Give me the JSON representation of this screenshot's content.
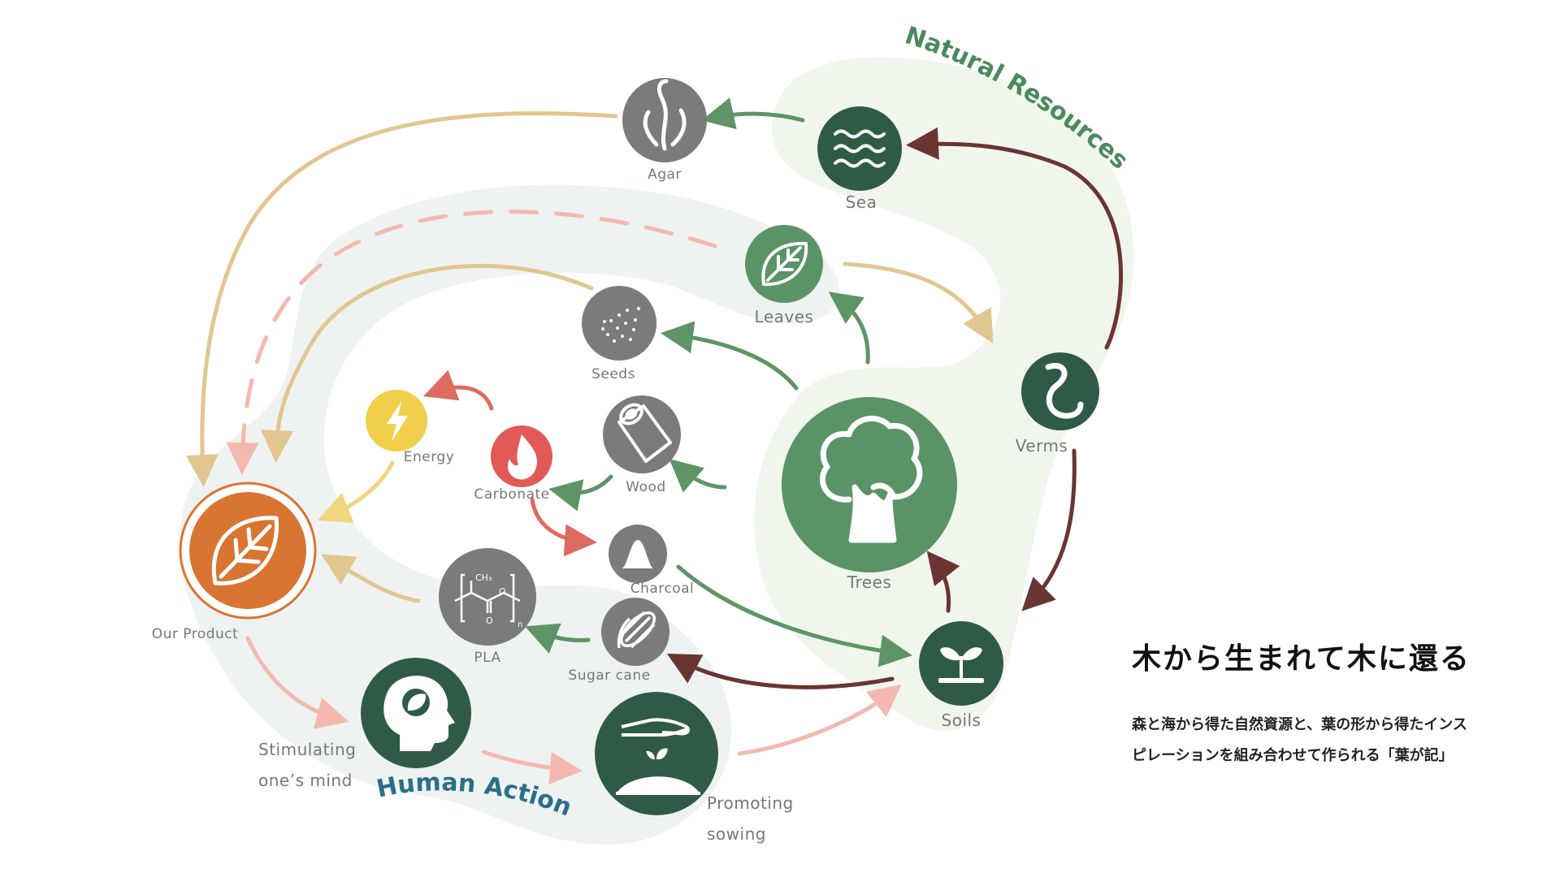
{
  "regions": {
    "natural_resources": {
      "title": "Natural Resources",
      "color": "#4a8a5e"
    },
    "human_actions": {
      "title": "Human Actions",
      "color": "#2a6f8a"
    }
  },
  "nodes": {
    "agar": {
      "label": "Agar"
    },
    "sea": {
      "label": "Sea"
    },
    "leaves": {
      "label": "Leaves"
    },
    "seeds": {
      "label": "Seeds"
    },
    "energy": {
      "label": "Energy"
    },
    "carbonate": {
      "label": "Carbonate"
    },
    "wood": {
      "label": "Wood"
    },
    "verms": {
      "label": "Verms"
    },
    "trees": {
      "label": "Trees"
    },
    "our_product": {
      "label": "Our Product"
    },
    "charcoal": {
      "label": "Charcoal"
    },
    "pla": {
      "label": "PLA",
      "formula_top": "CH₃",
      "formula_o": "O",
      "formula_n": "n"
    },
    "sugar_cane": {
      "label": "Sugar cane"
    },
    "soils": {
      "label": "Soils"
    },
    "stimulating": {
      "label_line1": "Stimulating",
      "label_line2": "one’s mind"
    },
    "promoting": {
      "label_line1": "Promoting",
      "label_line2": "sowing"
    }
  },
  "side_text": {
    "heading": "木から生まれて木に還る",
    "body_line1": "森と海から得た自然資源と、葉の形から得たインス",
    "body_line2": "ピレーションを組み合わせて作られる「葉が記」"
  },
  "colors": {
    "dark_green": "#2f5b46",
    "mid_green": "#5a9466",
    "gray": "#7b7b7b",
    "orange": "#d97532",
    "yellow": "#f1cf4b",
    "red": "#e25a57",
    "arrow_tan": "#e2c690",
    "arrow_green": "#5e9466",
    "arrow_brown": "#6b3434",
    "arrow_red": "#de6b60",
    "arrow_pink": "#f3b9b0",
    "arrow_yellow": "#efd67f"
  },
  "icons": [
    "seaweed-icon",
    "waves-icon",
    "leaf-icon",
    "seeds-icon",
    "lightning-icon",
    "flame-icon",
    "log-icon",
    "worm-icon",
    "tree-icon",
    "product-leaf-icon",
    "mound-icon",
    "pla-molecule-icon",
    "corn-icon",
    "sprout-icon",
    "head-leaf-icon",
    "hand-sowing-icon"
  ]
}
